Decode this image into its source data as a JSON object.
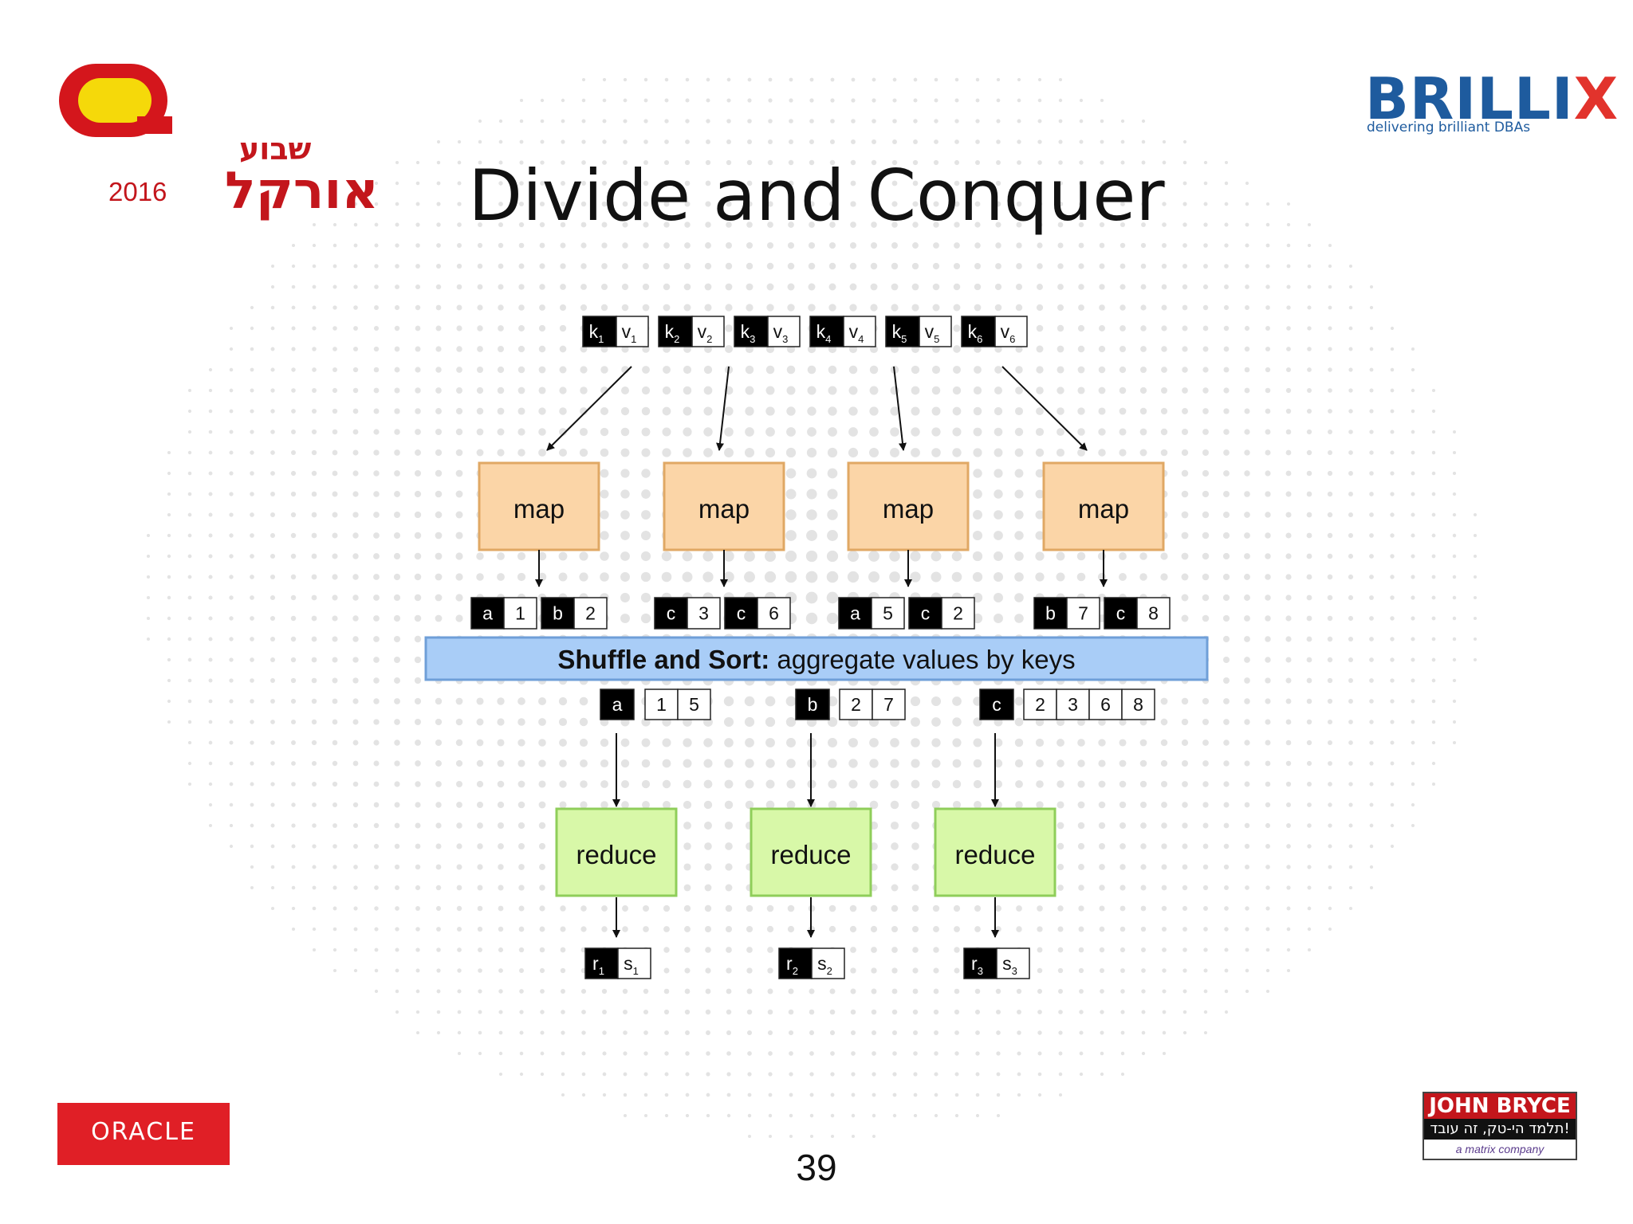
{
  "slide": {
    "title": "Divide and Conquer",
    "page_number": "39"
  },
  "logos": {
    "oracle_week_small": "שבוע",
    "oracle_week_big": "אורקל",
    "oracle_week_year": "2016",
    "brillix_name": "BRILLI",
    "brillix_x": "X",
    "brillix_tagline": "delivering brilliant DBAs",
    "oracle": "ORACLE",
    "john_bryce_top": "JOHN BRYCE",
    "john_bryce_mid": "תלמד הי-טק, זה עובד!",
    "john_bryce_bottom": "a matrix company"
  },
  "diagram": {
    "inputs": [
      {
        "k": "k",
        "ksub": "1",
        "v": "v",
        "vsub": "1"
      },
      {
        "k": "k",
        "ksub": "2",
        "v": "v",
        "vsub": "2"
      },
      {
        "k": "k",
        "ksub": "3",
        "v": "v",
        "vsub": "3"
      },
      {
        "k": "k",
        "ksub": "4",
        "v": "v",
        "vsub": "4"
      },
      {
        "k": "k",
        "ksub": "5",
        "v": "v",
        "vsub": "5"
      },
      {
        "k": "k",
        "ksub": "6",
        "v": "v",
        "vsub": "6"
      }
    ],
    "map_label": "map",
    "map_outputs": [
      [
        {
          "k": "a",
          "v": "1"
        },
        {
          "k": "b",
          "v": "2"
        }
      ],
      [
        {
          "k": "c",
          "v": "3"
        },
        {
          "k": "c",
          "v": "6"
        }
      ],
      [
        {
          "k": "a",
          "v": "5"
        },
        {
          "k": "c",
          "v": "2"
        }
      ],
      [
        {
          "k": "b",
          "v": "7"
        },
        {
          "k": "c",
          "v": "8"
        }
      ]
    ],
    "shuffle_bold": "Shuffle and Sort:",
    "shuffle_rest": " aggregate values by keys",
    "groups": [
      {
        "k": "a",
        "values": [
          "1",
          "5"
        ]
      },
      {
        "k": "b",
        "values": [
          "2",
          "7"
        ]
      },
      {
        "k": "c",
        "values": [
          "2",
          "3",
          "6",
          "8"
        ]
      }
    ],
    "reduce_label": "reduce",
    "results": [
      {
        "r": "r",
        "rsub": "1",
        "s": "s",
        "ssub": "1"
      },
      {
        "r": "r",
        "rsub": "2",
        "s": "s",
        "ssub": "2"
      },
      {
        "r": "r",
        "rsub": "3",
        "s": "s",
        "ssub": "3"
      }
    ],
    "colors": {
      "map_fill": "#fbd5a7",
      "map_stroke": "#e0a864",
      "reduce_fill": "#d8f8a8",
      "reduce_stroke": "#8fce5a",
      "shuffle_fill": "#a9cdf7",
      "shuffle_stroke": "#6f9fd8",
      "key_fill": "#000000",
      "value_fill": "#ffffff"
    }
  }
}
